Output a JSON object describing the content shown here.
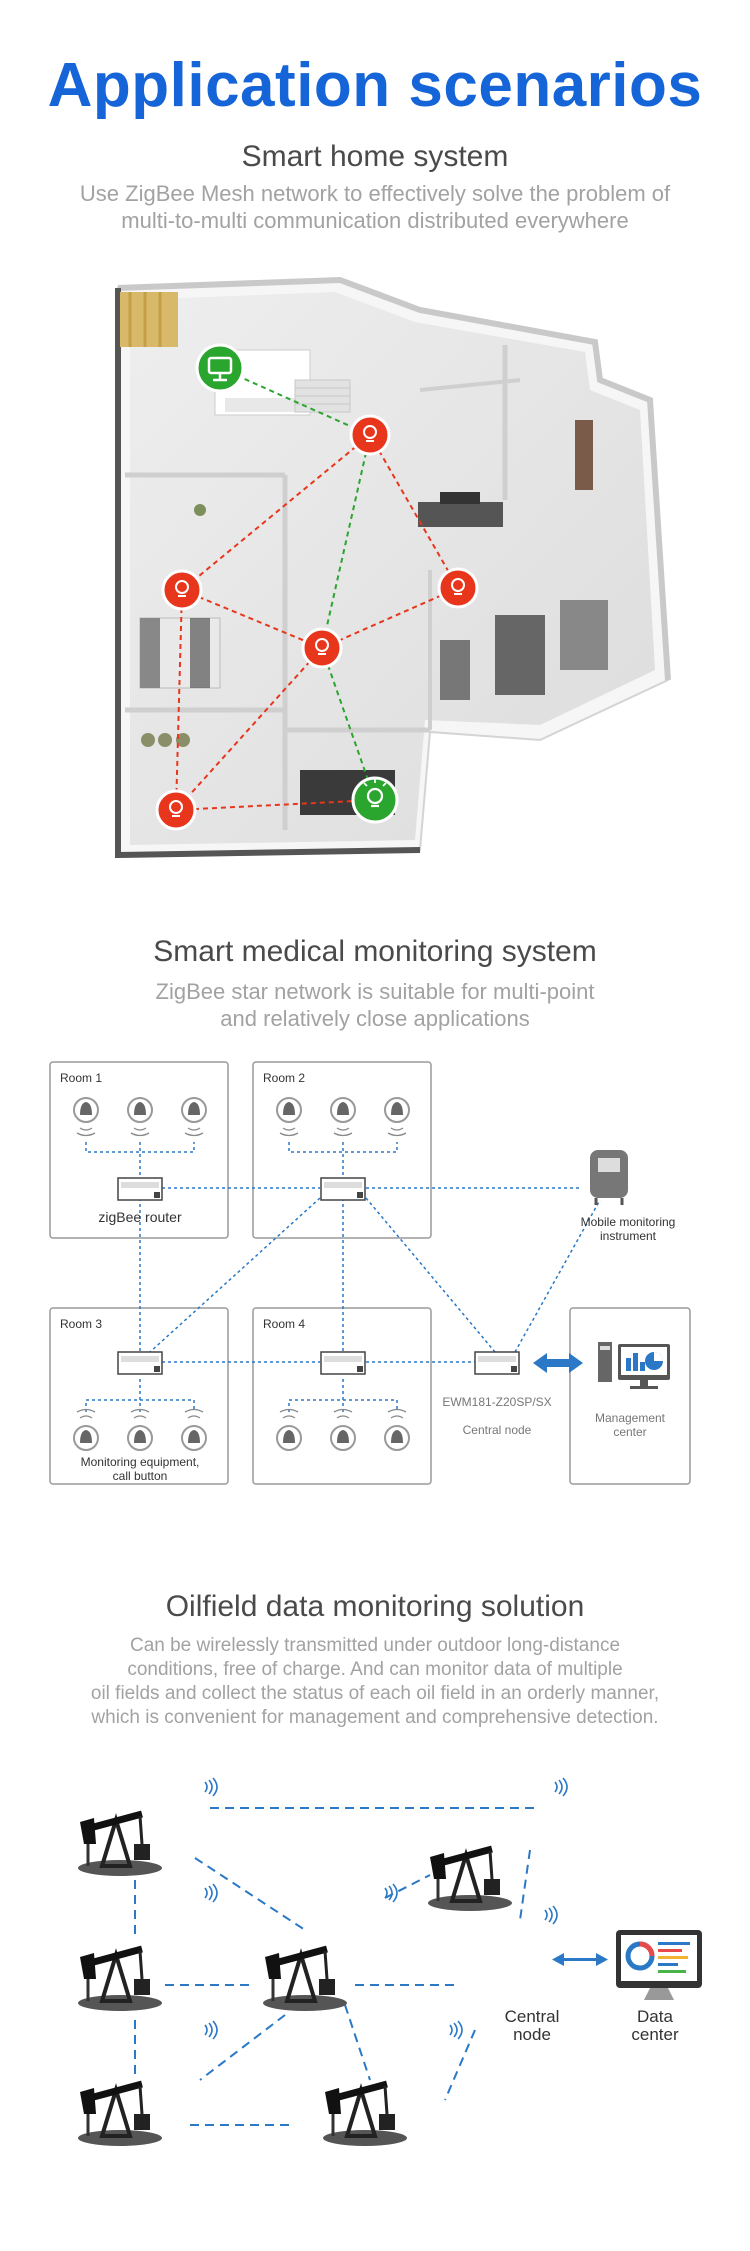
{
  "page": {
    "title": "Application scenarios"
  },
  "home": {
    "title": "Smart home system",
    "description_lines": [
      "Use ZigBee Mesh network to effectively solve the problem of",
      "multi-to-multi communication distributed everywhere"
    ],
    "node_icons": {
      "controller": "monitor-icon",
      "end_device": "lightbulb-icon",
      "light": "lightbulb-icon"
    }
  },
  "medical": {
    "title": "Smart medical monitoring system",
    "description_lines": [
      "ZigBee star network is suitable for multi-point",
      "and relatively close applications"
    ],
    "rooms": [
      {
        "name": "Room 1"
      },
      {
        "name": "Room 2"
      },
      {
        "name": "Room 3"
      },
      {
        "name": "Room 4"
      }
    ],
    "router_label": "zigBee router",
    "module_text": "EWM181-Z20SP/SX",
    "mobile_label_lines": [
      "Mobile monitoring",
      "instrument"
    ],
    "equipment_label_lines": [
      "Monitoring equipment,",
      "call button"
    ],
    "central_node_model": "EWM181-Z20SP/SX",
    "central_node_label": "Central node",
    "management_label_lines": [
      "Management",
      "center"
    ]
  },
  "oilfield": {
    "title": "Oilfield data monitoring solution",
    "description_lines": [
      "Can be wirelessly transmitted under outdoor long-distance",
      "conditions, free of charge. And can monitor data of multiple",
      "oil fields and collect the status of each oil field in an orderly manner,",
      "which is convenient for management and comprehensive detection."
    ],
    "central_node_lines": [
      "Central",
      "node"
    ],
    "data_center_lines": [
      "Data",
      "center"
    ]
  },
  "colors": {
    "title_blue": "#1565d8",
    "mesh_red": "#e8361c",
    "mesh_green": "#2aa52e",
    "link_blue": "#2a78c6"
  }
}
